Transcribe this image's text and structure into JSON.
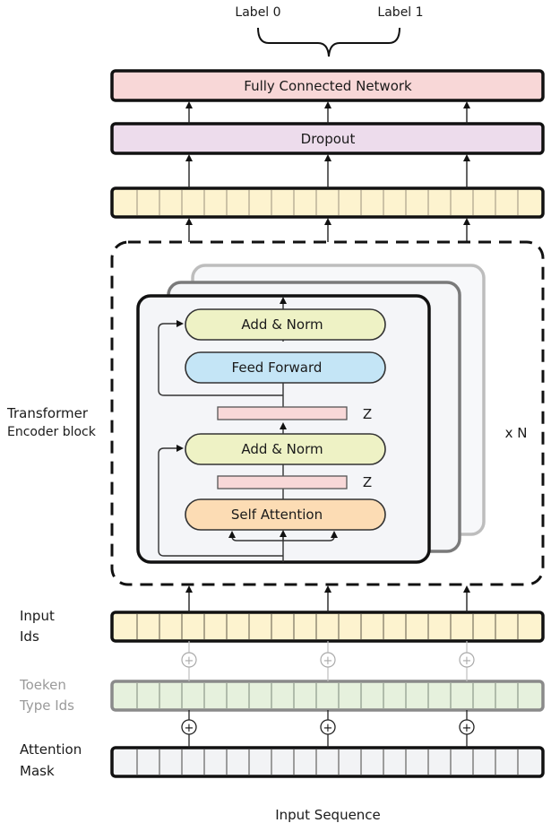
{
  "title": "BERT-style Transformer Encoder Classifier",
  "outputs": {
    "labels": [
      "Label 0",
      "Label 1"
    ]
  },
  "layers": {
    "fully_connected": "Fully Connected Network",
    "dropout": "Dropout"
  },
  "encoder": {
    "side_label_line1": "Transformer",
    "side_label_line2": "Encoder block",
    "repeat_label": "x N",
    "blocks": {
      "add_norm_top": "Add & Norm",
      "feed_forward": "Feed Forward",
      "z_top": "Z",
      "add_norm_bottom": "Add & Norm",
      "z_bottom": "Z",
      "self_attention": "Self Attention"
    }
  },
  "inputs": {
    "input_ids_line1": "Input",
    "input_ids_line2": "Ids",
    "token_type_line1": "Toeken",
    "token_type_line2": "Type Ids",
    "attention_mask_line1": "Attention",
    "attention_mask_line2": "Mask",
    "sequence_label": "Input Sequence",
    "plus_symbol": "+"
  },
  "colors": {
    "fully_connected": "#f8d7d7",
    "dropout": "#eddcec",
    "embedding": "#fdf3cf",
    "token_type": "#e6f1dd",
    "attention_mask": "#f2f3f5",
    "add_norm": "#eef2c5",
    "feed_forward": "#c4e5f6",
    "self_attention": "#fcdcb4",
    "z_vector": "#f8d8d8",
    "encoder_panel": "#f4f5f8"
  }
}
